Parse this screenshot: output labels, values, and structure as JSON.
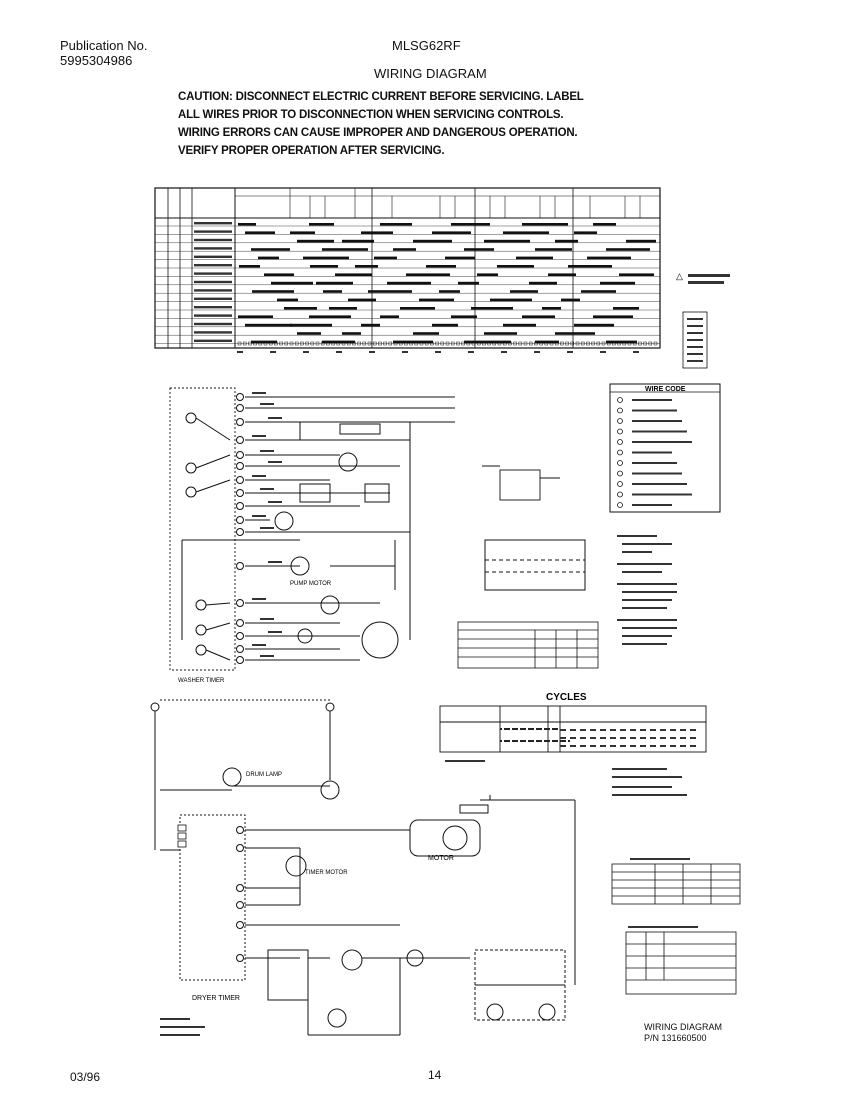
{
  "header": {
    "publication_label": "Publication No.",
    "publication_number": "5995304986",
    "model": "MLSG62RF",
    "title": "WIRING DIAGRAM"
  },
  "caution": [
    "CAUTION: DISCONNECT ELECTRIC CURRENT BEFORE SERVICING. LABEL",
    "ALL WIRES PRIOR TO DISCONNECTION WHEN SERVICING CONTROLS.",
    "WIRING ERRORS CAN CAUSE IMPROPER AND DANGEROUS OPERATION.",
    "VERIFY PROPER OPERATION AFTER SERVICING."
  ],
  "legend": {
    "title": "WIRE CODE"
  },
  "cycles_title": "CYCLES",
  "schematic_labels": {
    "motor": "MOTOR",
    "dryer_timer": "DRYER TIMER",
    "washer_timer": "WASHER TIMER",
    "pump_motor": "PUMP MOTOR",
    "timer_motor": "TIMER MOTOR",
    "drum_lamp": "DRUM LAMP"
  },
  "footer": {
    "caption_line1": "WIRING DIAGRAM",
    "caption_line2": "P/N 131660500",
    "date": "03/96",
    "page": "14"
  },
  "colors": {
    "ink": "#111111",
    "paper": "#ffffff"
  }
}
